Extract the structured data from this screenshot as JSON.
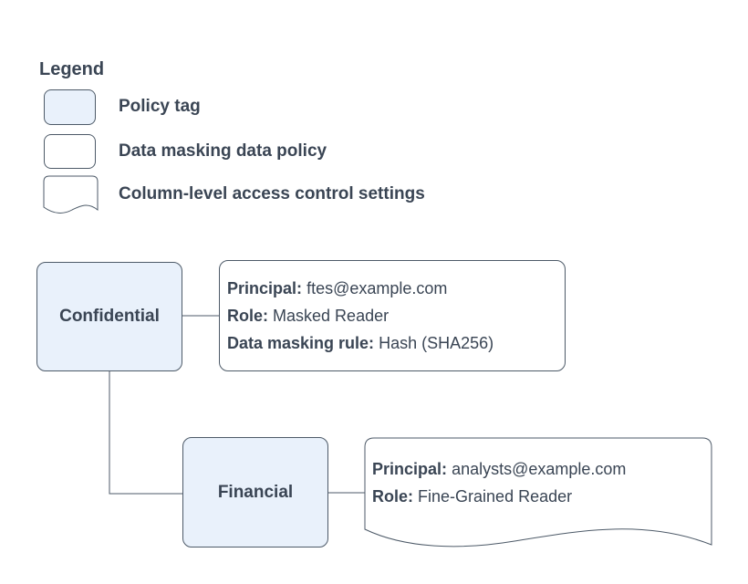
{
  "legend": {
    "title": "Legend",
    "items": [
      {
        "shape": "policy-tag-swatch",
        "label": "Policy tag"
      },
      {
        "shape": "data-policy-swatch",
        "label": "Data masking data policy"
      },
      {
        "shape": "document-swatch",
        "label": "Column-level access control settings"
      }
    ]
  },
  "diagram": {
    "policy_tags": [
      {
        "name": "Confidential"
      },
      {
        "name": "Financial"
      }
    ],
    "masking_policy": {
      "lines": [
        {
          "label": "Principal:",
          "value": "ftes@example.com"
        },
        {
          "label": "Role:",
          "value": "Masked Reader"
        },
        {
          "label": "Data masking rule:",
          "value": "Hash (SHA256)"
        }
      ]
    },
    "access_settings": {
      "lines": [
        {
          "label": "Principal:",
          "value": "analysts@example.com"
        },
        {
          "label": "Role:",
          "value": "Fine-Grained Reader"
        }
      ]
    }
  },
  "colors": {
    "policy_tag_fill": "#e9f1fb",
    "box_fill": "#ffffff",
    "stroke": "#4d5a68",
    "text": "#3a4554"
  }
}
